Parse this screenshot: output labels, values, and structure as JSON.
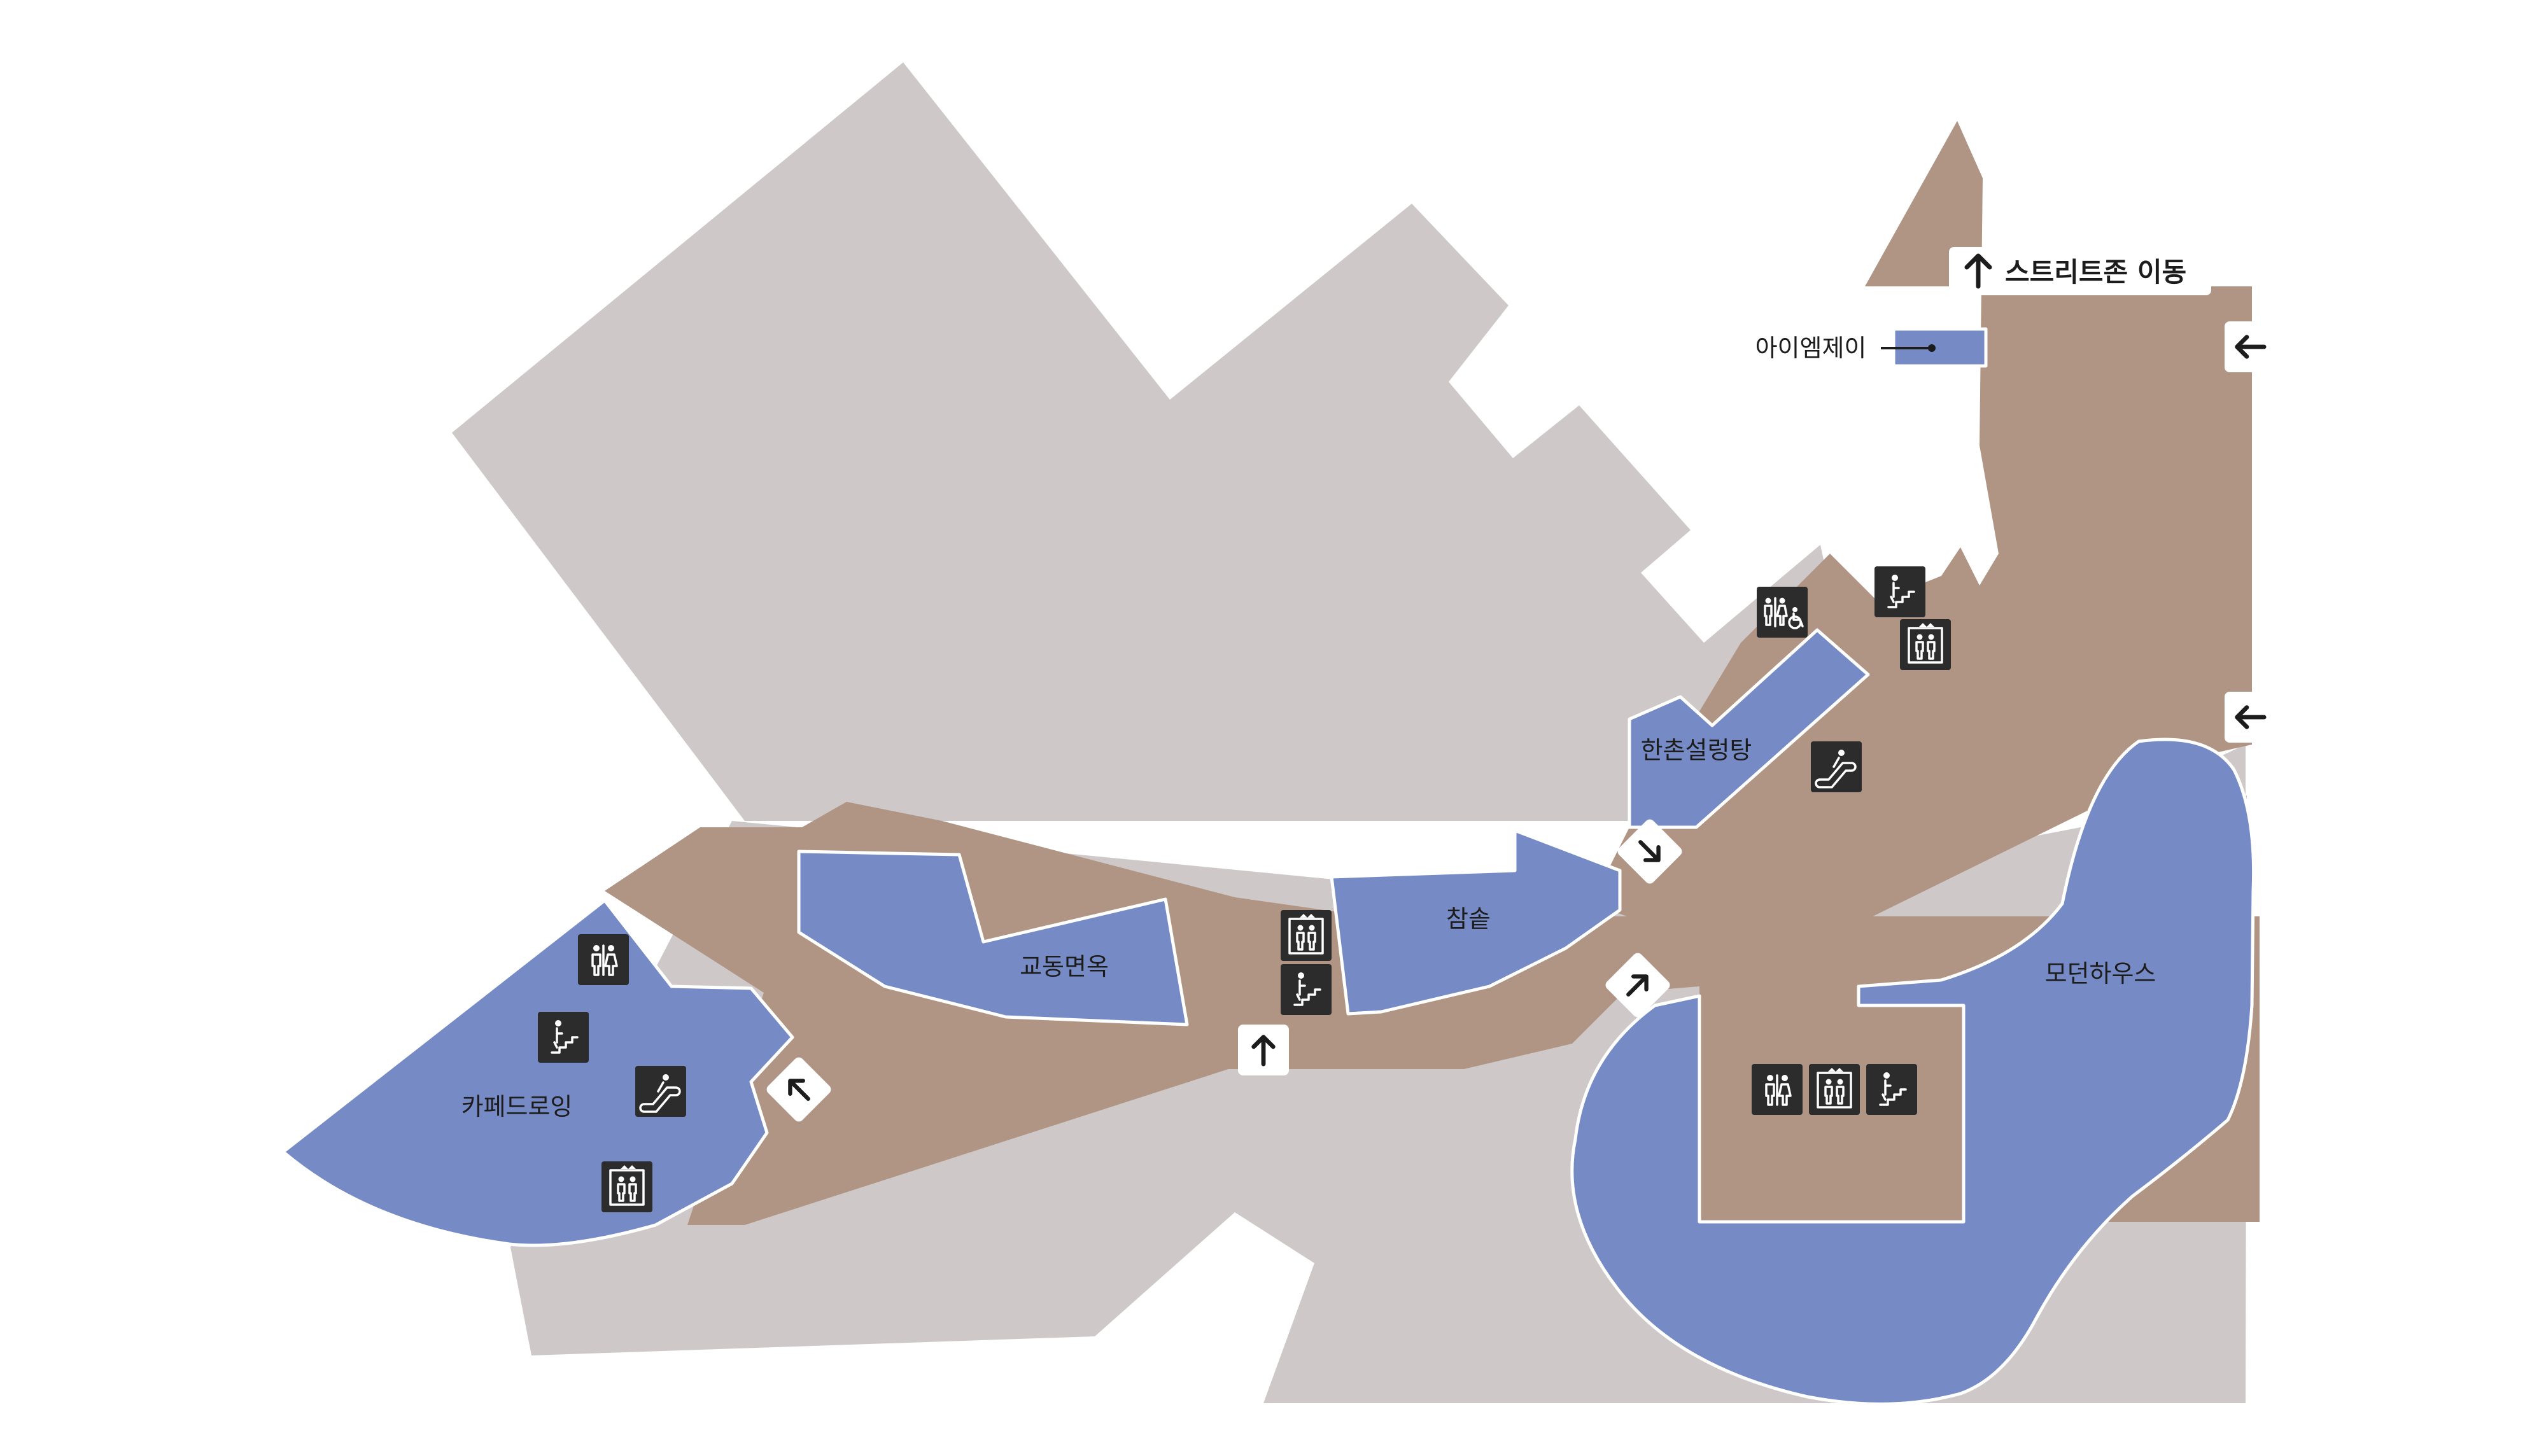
{
  "colors": {
    "background": "#ffffff",
    "building": "#cec9c8",
    "corridor": "#b09584",
    "store": "#768bc6",
    "icon": "#2c2c2c"
  },
  "header": {
    "exit_label": "스트리트존 이동",
    "exit_icon": "arrow-up-icon"
  },
  "stores": {
    "iamj": "아이엠제이",
    "hanchon": "한촌설렁탕",
    "gyodong": "교동면옥",
    "chamsol": "참솥",
    "modern": "모던하우스",
    "cafe": "카페드로잉"
  },
  "facility_icons": [
    "restroom-icon",
    "accessible-restroom-icon",
    "escalator-icon",
    "elevator-icon",
    "stairs-icon"
  ],
  "direction_arrows": [
    "arrow-up-icon",
    "arrow-left-icon",
    "arrow-up-left-icon",
    "arrow-up-right-icon",
    "arrow-down-right-icon"
  ]
}
